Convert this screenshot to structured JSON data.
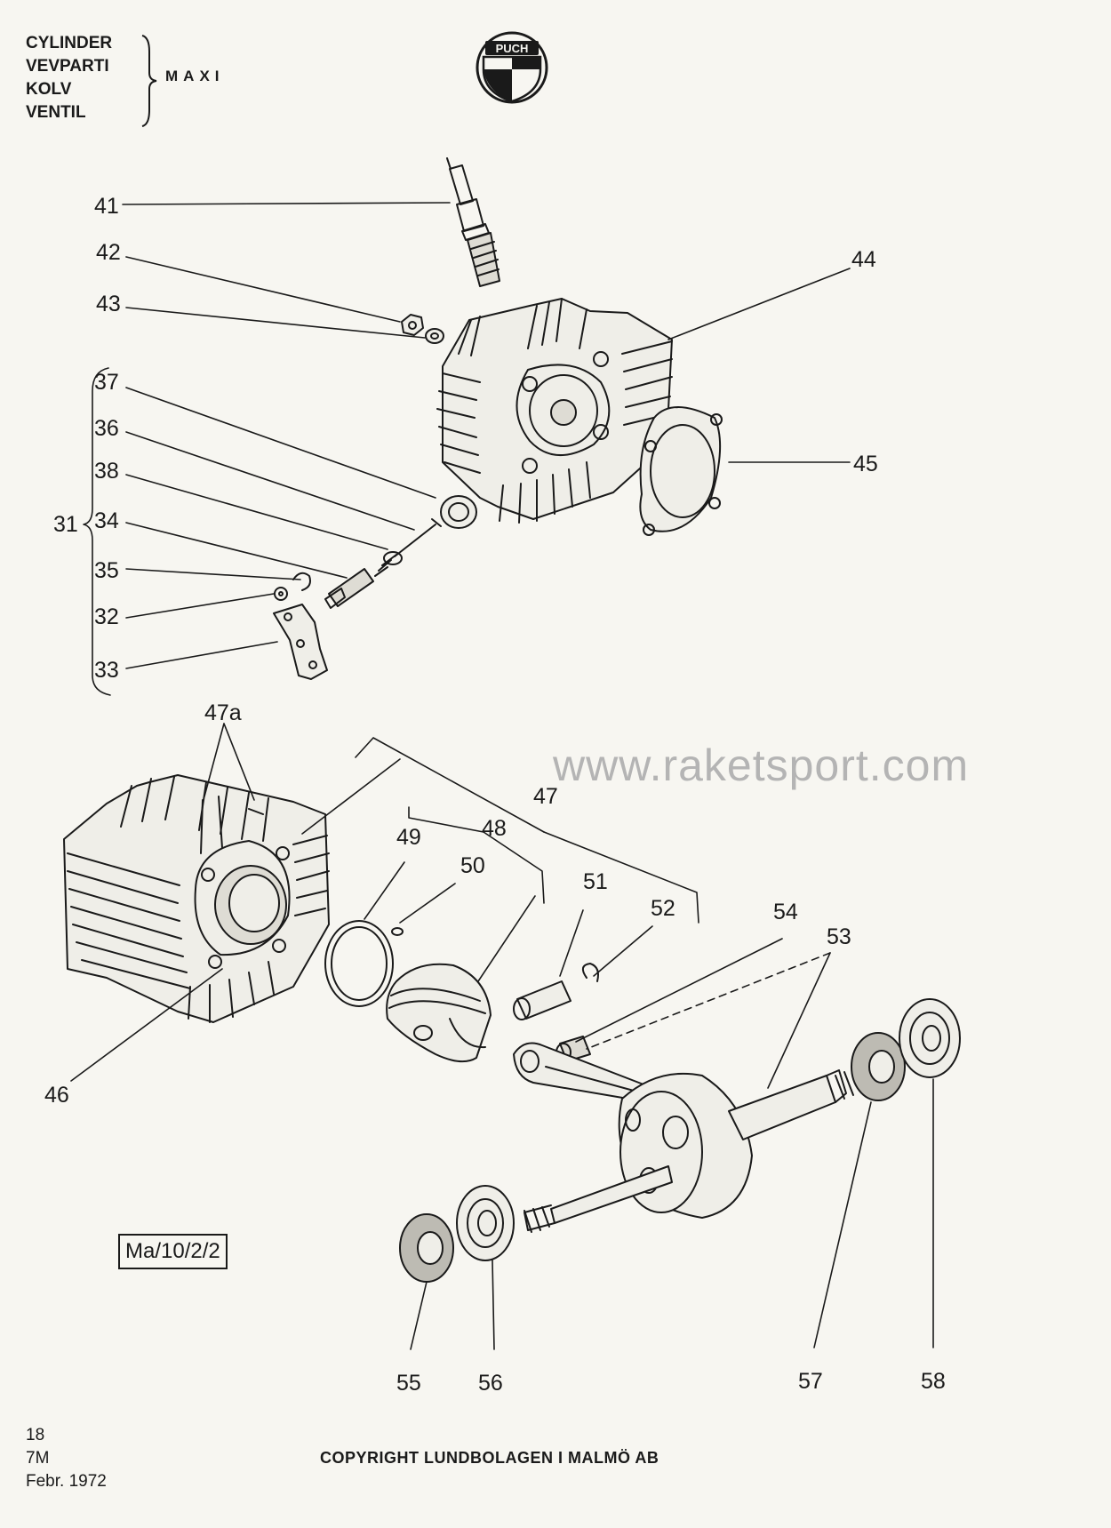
{
  "header": {
    "lines": [
      "CYLINDER",
      "VEVPARTI",
      "KOLV",
      "VENTIL"
    ],
    "model": "MAXI"
  },
  "logo": {
    "text": "PUCH"
  },
  "labels": {
    "l41": "41",
    "l42": "42",
    "l43": "43",
    "l44": "44",
    "l45": "45",
    "l37": "37",
    "l36": "36",
    "l38": "38",
    "l31": "31",
    "l34": "34",
    "l35": "35",
    "l32": "32",
    "l33": "33",
    "l47a": "47a",
    "l47": "47",
    "l48": "48",
    "l49": "49",
    "l50": "50",
    "l51": "51",
    "l52": "52",
    "l54": "54",
    "l53": "53",
    "l46": "46",
    "l55": "55",
    "l56": "56",
    "l57": "57",
    "l58": "58"
  },
  "watermark": "www.raketsport.com",
  "ref_code": "Ma/10/2/2",
  "footer": {
    "page": "18",
    "code": "7M",
    "date": "Febr. 1972",
    "copyright": "COPYRIGHT LUNDBOLAGEN I MALMÖ AB"
  }
}
